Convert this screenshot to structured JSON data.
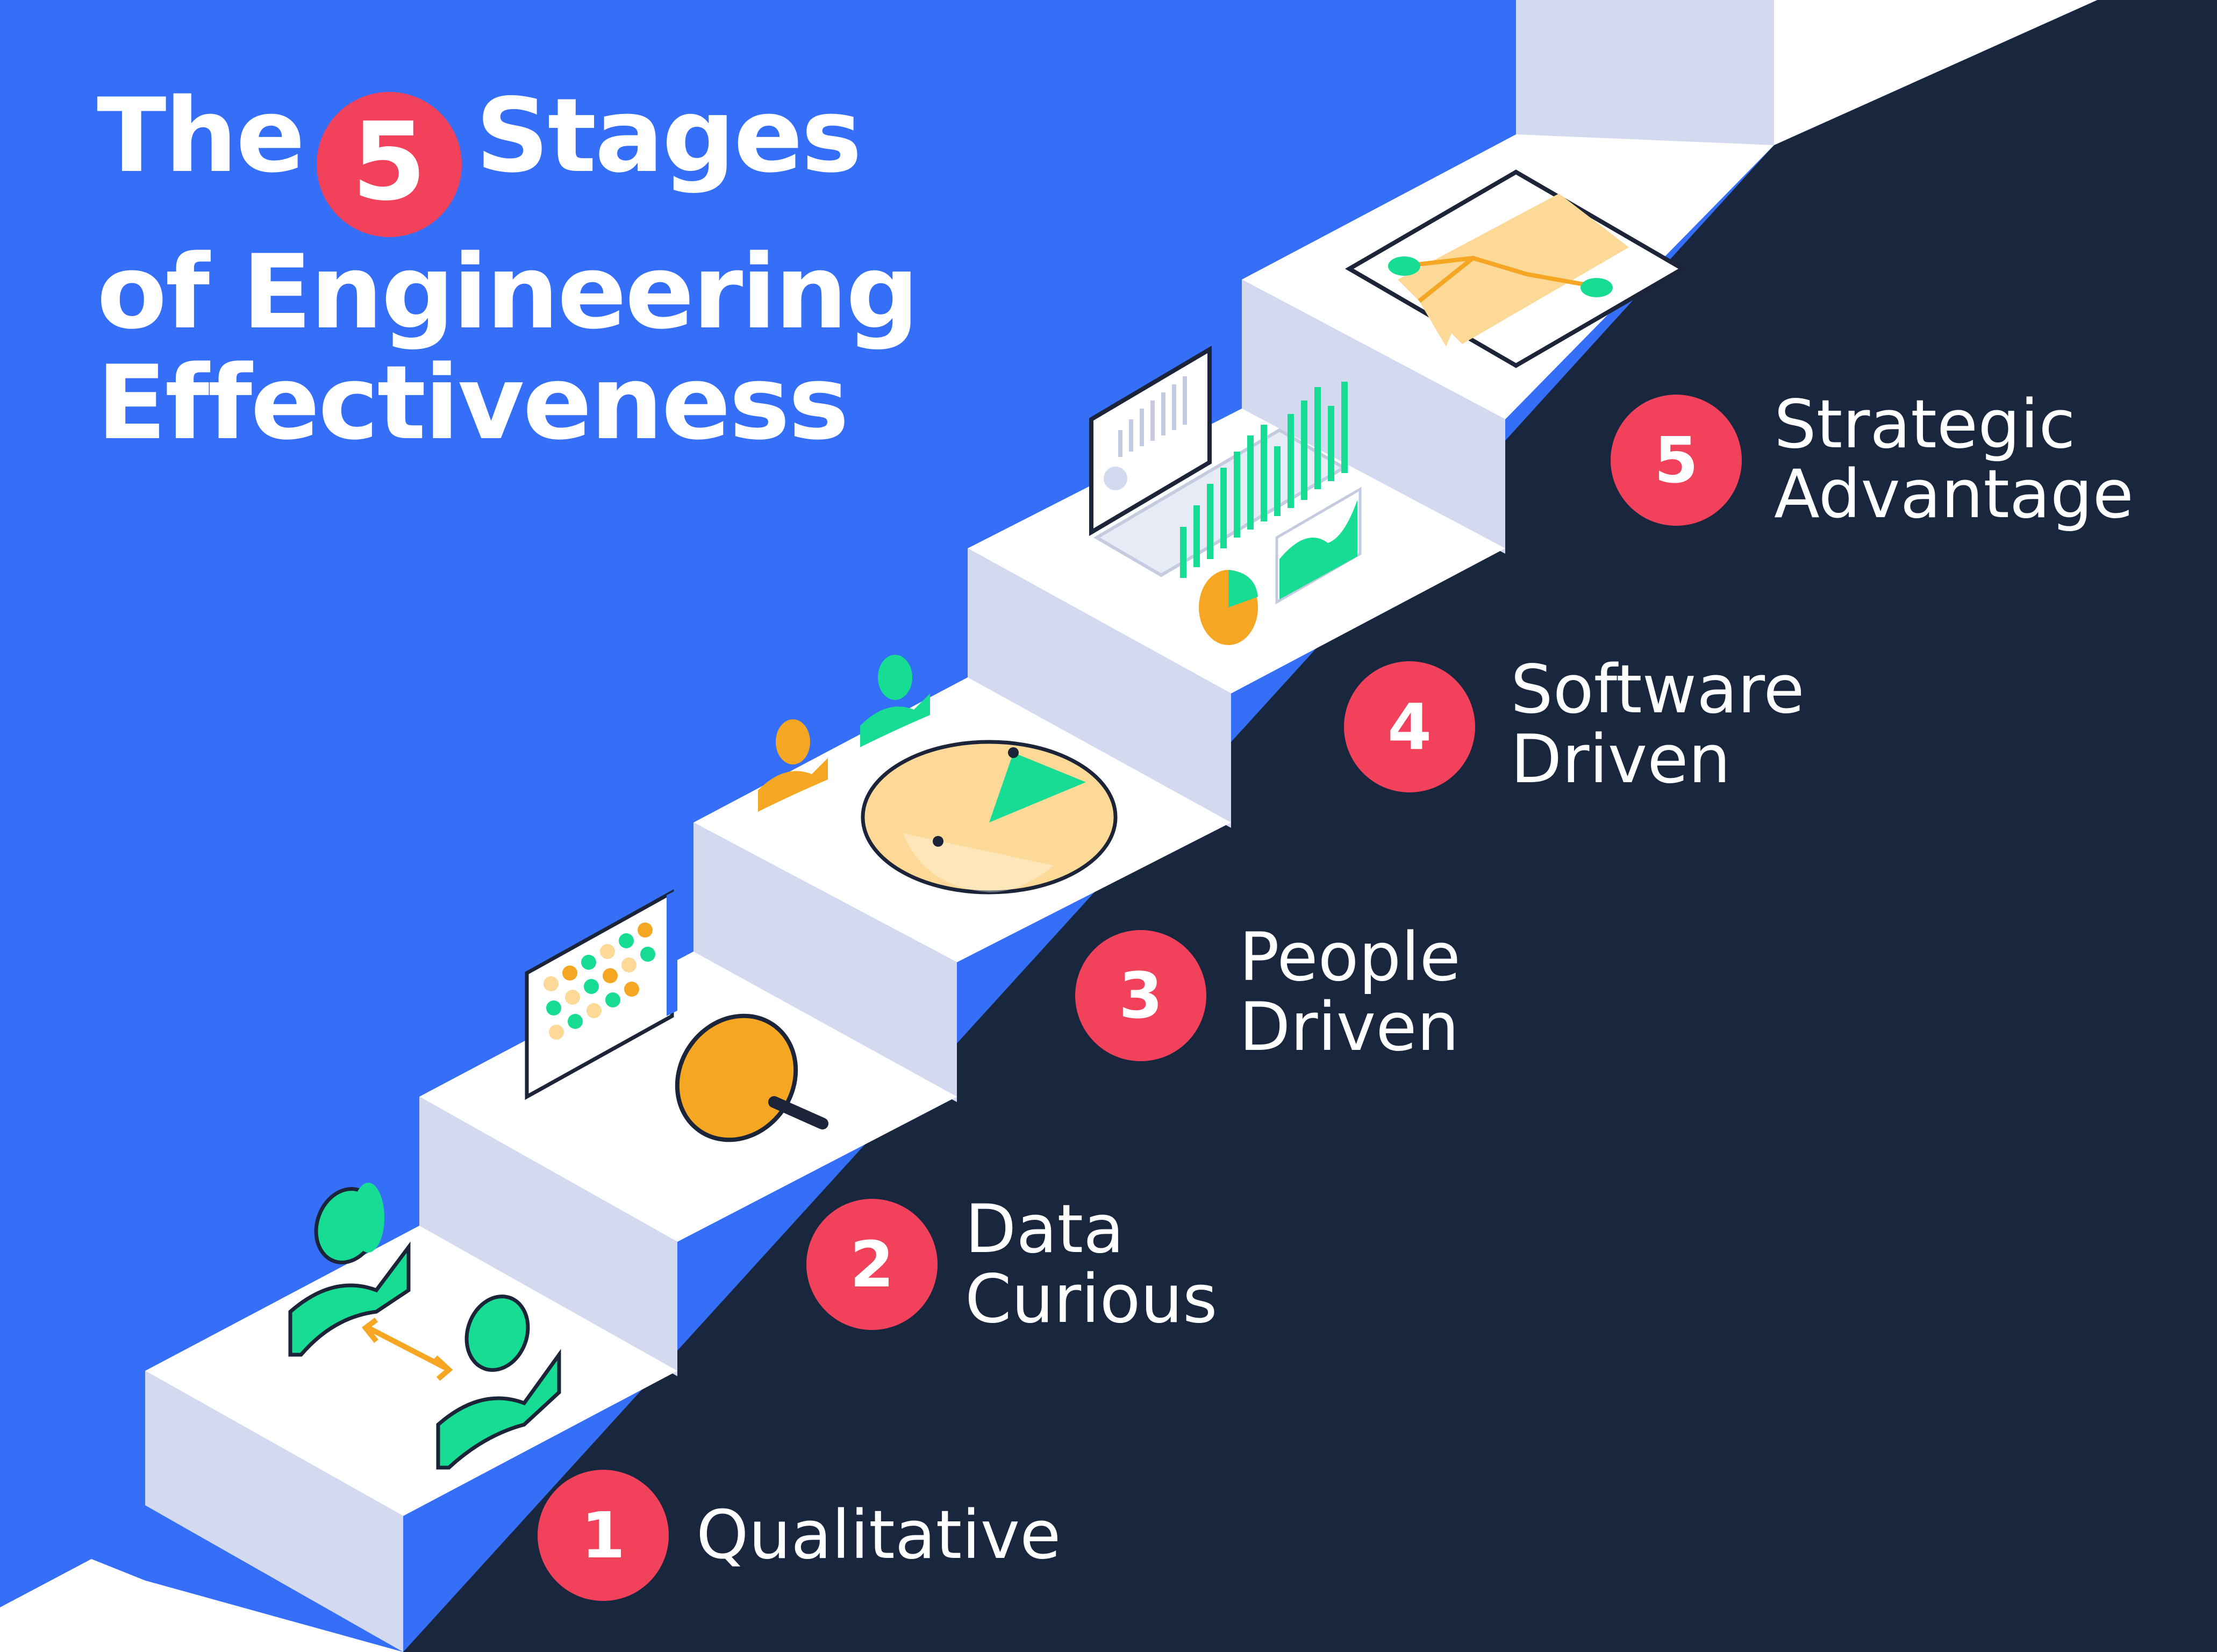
{
  "title": {
    "prefix": "The",
    "number": "5",
    "suffix": "Stages",
    "line2": "of Engineering",
    "line3": "Effectiveness"
  },
  "stages": [
    {
      "number": "1",
      "label_line1": "Qualitative",
      "label_line2": "",
      "icon": "two-people-exchange-icon"
    },
    {
      "number": "2",
      "label_line1": "Data",
      "label_line2": "Curious",
      "icon": "data-grid-and-magnifier-icon"
    },
    {
      "number": "3",
      "label_line1": "People",
      "label_line2": "Driven",
      "icon": "people-and-pie-chart-icon"
    },
    {
      "number": "4",
      "label_line1": "Software",
      "label_line2": "Driven",
      "icon": "dashboard-and-charts-icon"
    },
    {
      "number": "5",
      "label_line1": "Strategic",
      "label_line2": "Advantage",
      "icon": "strategy-map-icon"
    }
  ],
  "colors": {
    "blue_background": "#356ff7",
    "navy_background": "#18263e",
    "step_top": "#ffffff",
    "step_riser": "#d3daf0",
    "badge_red": "#f2415a",
    "icon_green": "#17dc93",
    "icon_orange": "#f5a623",
    "icon_light_orange": "#fcd996",
    "outline": "#1b2438"
  }
}
